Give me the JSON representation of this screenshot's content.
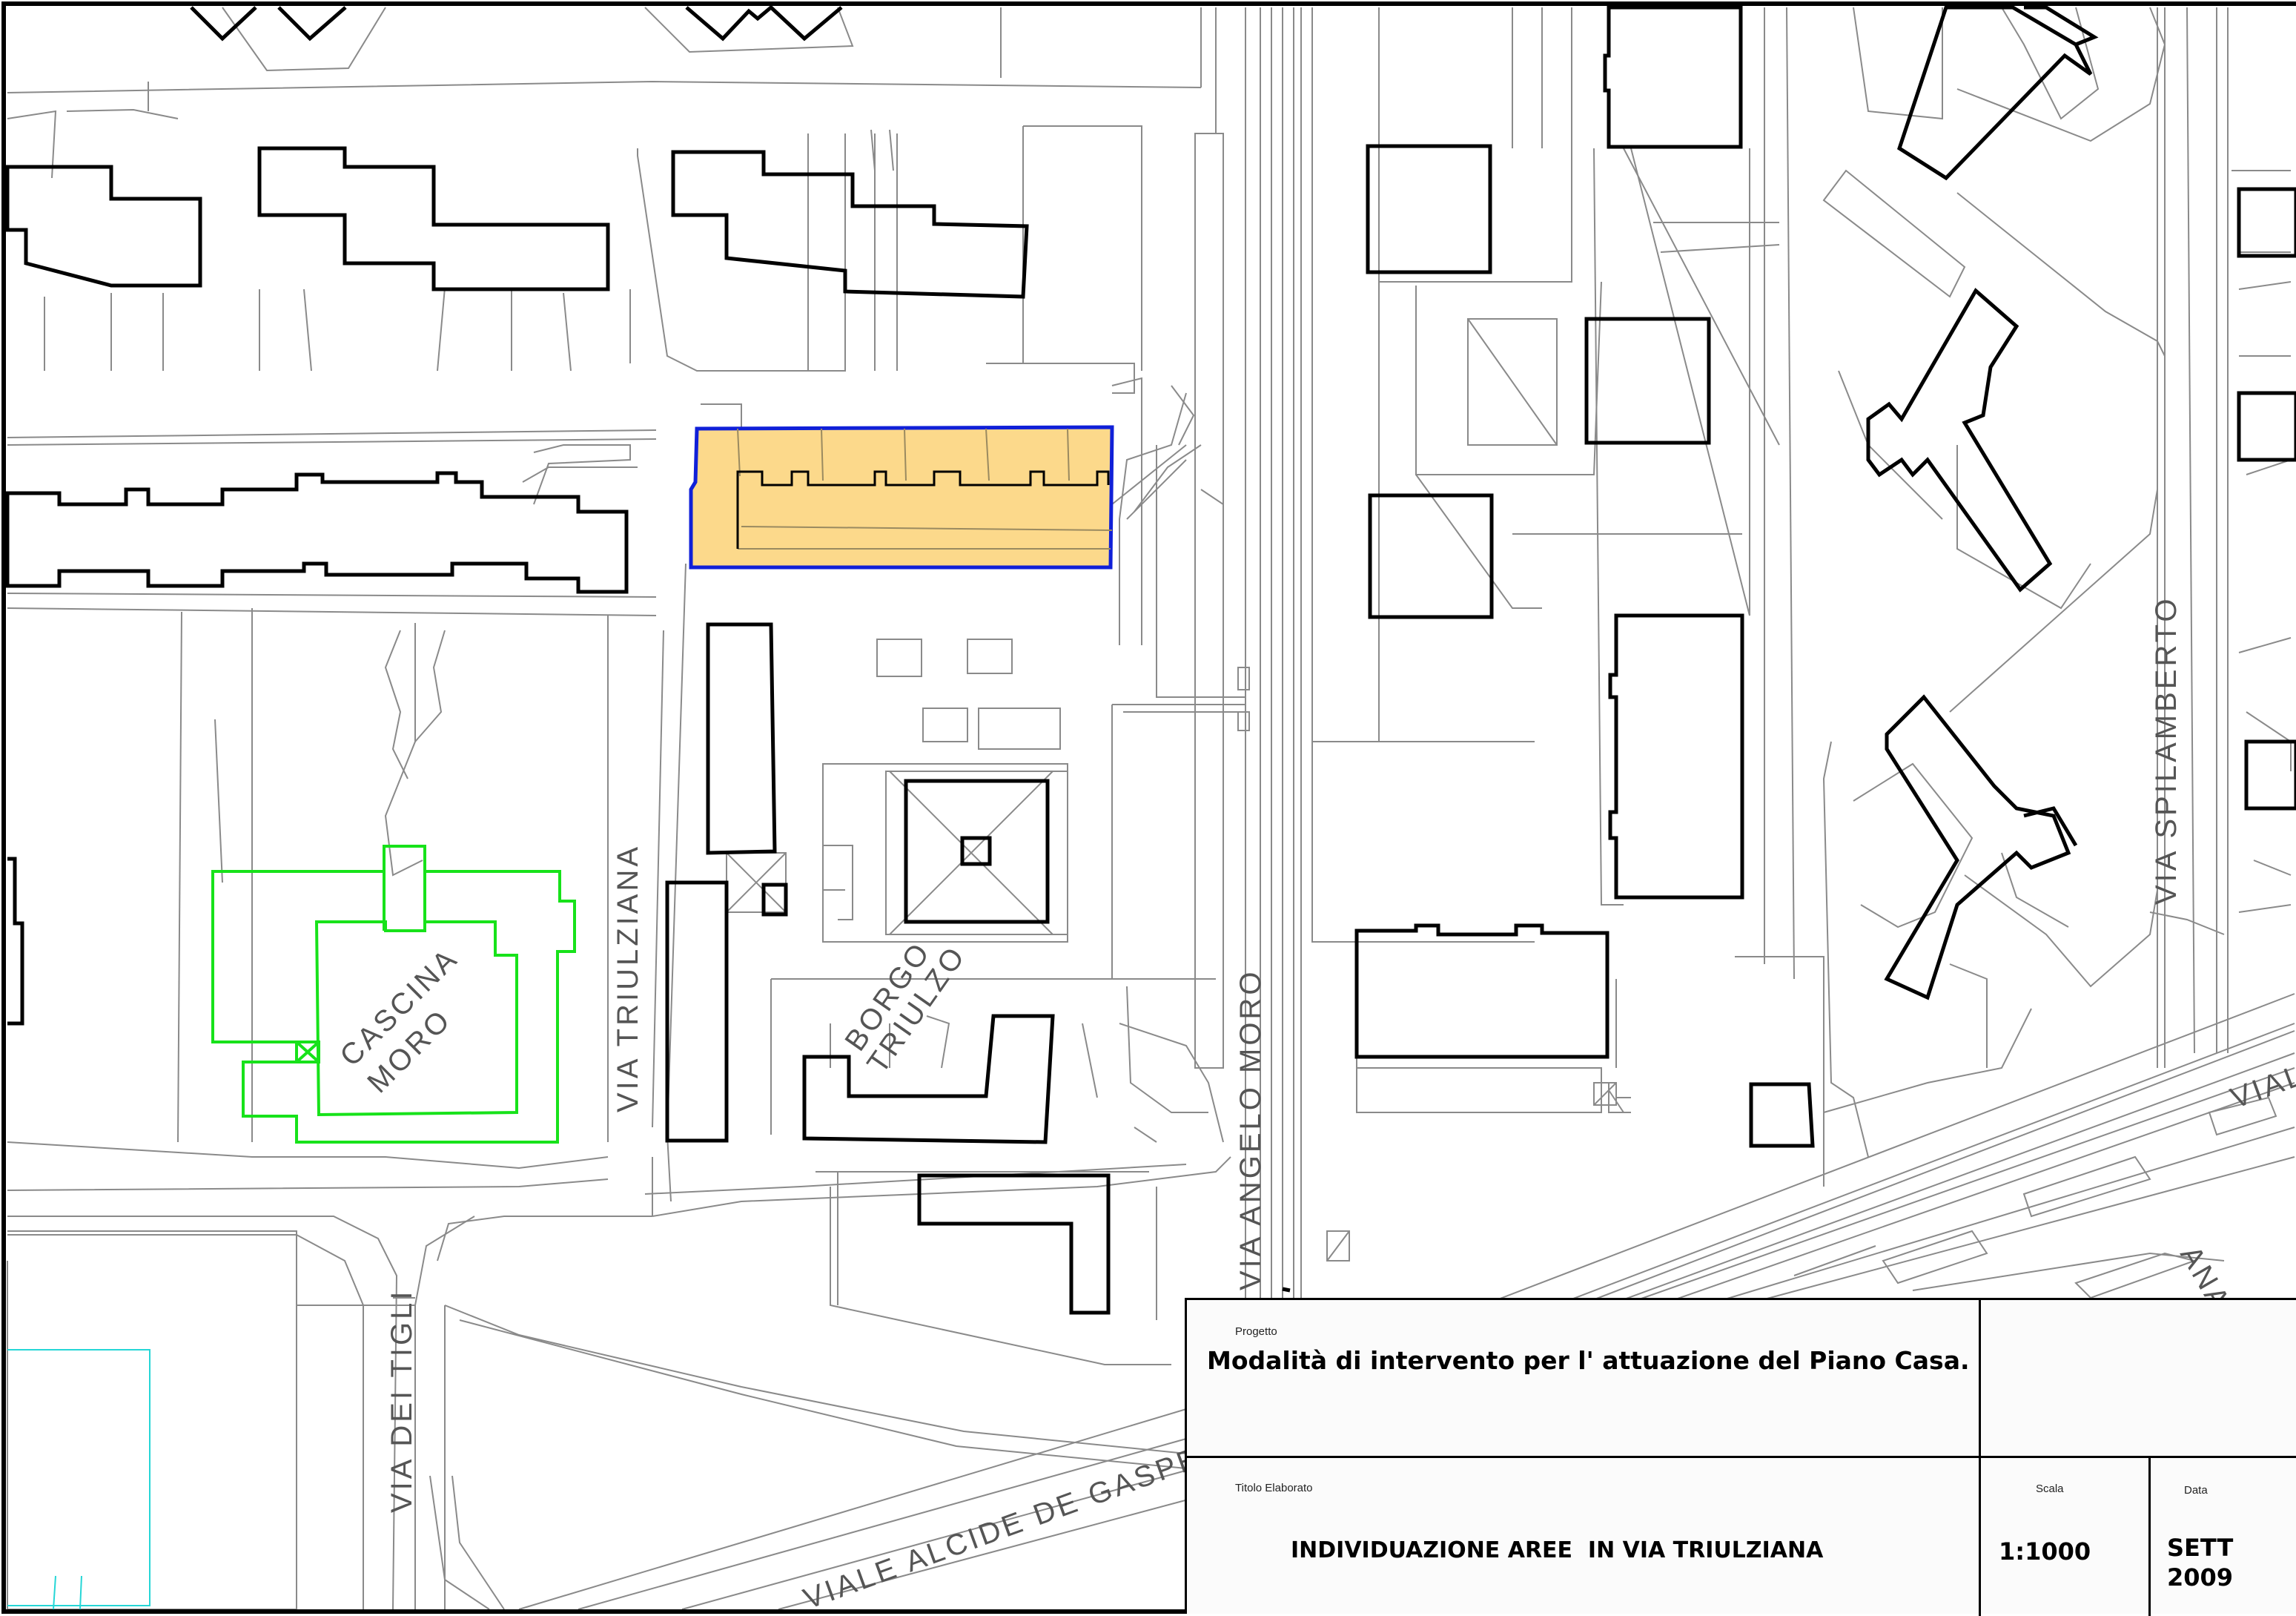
{
  "map": {
    "labels": {
      "via_triulziana": "VIA TRIULZIANA",
      "via_angelo_moro": "VIA ANGELO MORO",
      "via_spilamberto": "VIA SPILAMBERTO",
      "via_dei_tigli": "VIA DEI TIGLI",
      "viale_alcide": "VIALE ALCIDE DE GASPERI",
      "cascina_1": "CASCINA",
      "cascina_2": "MORO",
      "borgo_1": "BORGO",
      "borgo_2": "TRIULZO",
      "vial_fragment": "VIAL",
      "ana_fragment": "ANA"
    },
    "colors": {
      "highlight_fill": "#fcd98b",
      "highlight_stroke": "#1020d8",
      "cascina_stroke": "#17e21a",
      "field_stroke": "#26d6d6",
      "building_stroke": "#000000"
    }
  },
  "titleblock": {
    "progetto_label": "Progetto",
    "progetto_value": "Modalità di intervento per l' attuazione del Piano Casa.",
    "titolo_label": "Titolo Elaborato",
    "titolo_value": "INDIVIDUAZIONE AREE  IN VIA TRIULZIANA",
    "scala_label": "Scala",
    "scala_value": "1:1000",
    "data_label": "Data",
    "data_month": "SETT",
    "data_year": "2009"
  }
}
